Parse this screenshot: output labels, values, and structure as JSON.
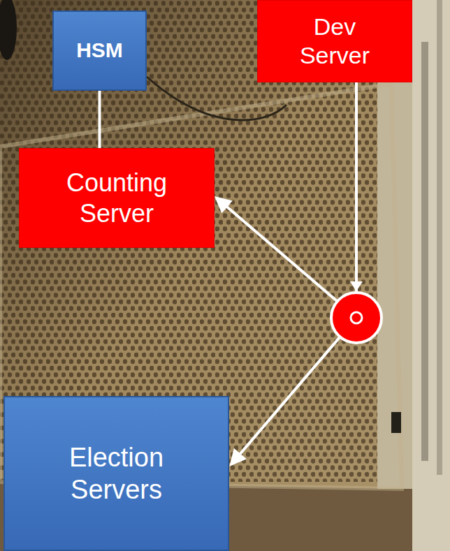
{
  "diagram": {
    "nodes": [
      {
        "text": [
          "HSM"
        ]
      },
      {
        "text": [
          "Dev Server"
        ]
      },
      {
        "text": [
          "Counting Server"
        ]
      },
      {
        "text": [
          "Election Servers"
        ]
      }
    ],
    "edges": [
      {
        "from": 0,
        "to": 2,
        "arrow": "none"
      },
      {
        "from": 1,
        "to": 2,
        "arrow": "to"
      },
      {
        "from": 1,
        "to": 3,
        "arrow": "to"
      }
    ]
  }
}
